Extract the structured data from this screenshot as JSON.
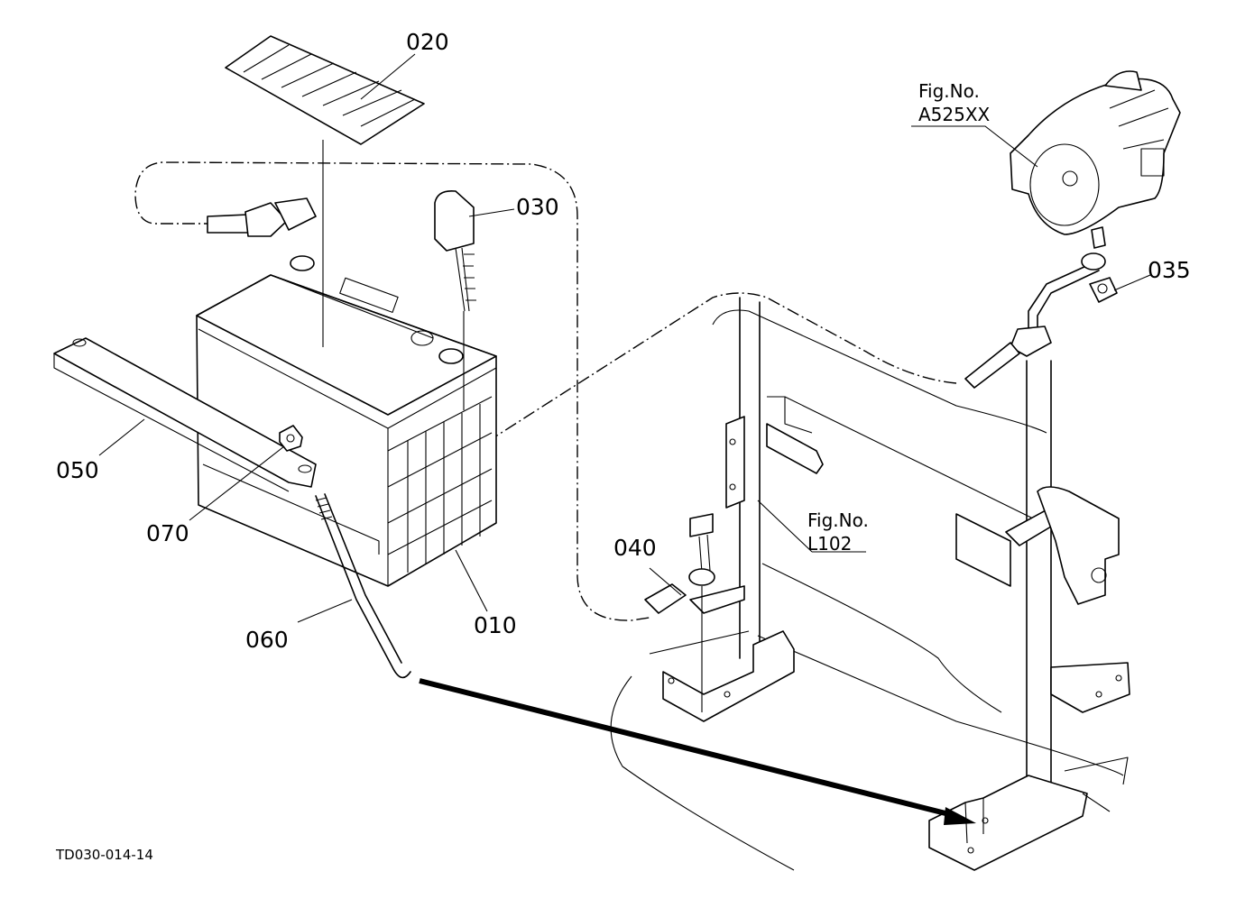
{
  "drawing_id": "TD030-014-14",
  "parts": [
    {
      "label": "020"
    },
    {
      "label": "030"
    },
    {
      "label": "035"
    },
    {
      "label": "040"
    },
    {
      "label": "050"
    },
    {
      "label": "070"
    },
    {
      "label": "060"
    },
    {
      "label": "010"
    }
  ],
  "references": [
    {
      "line1": "Fig.No.",
      "line2": "A525XX"
    },
    {
      "line1": "Fig.No.",
      "line2": "L102"
    }
  ]
}
